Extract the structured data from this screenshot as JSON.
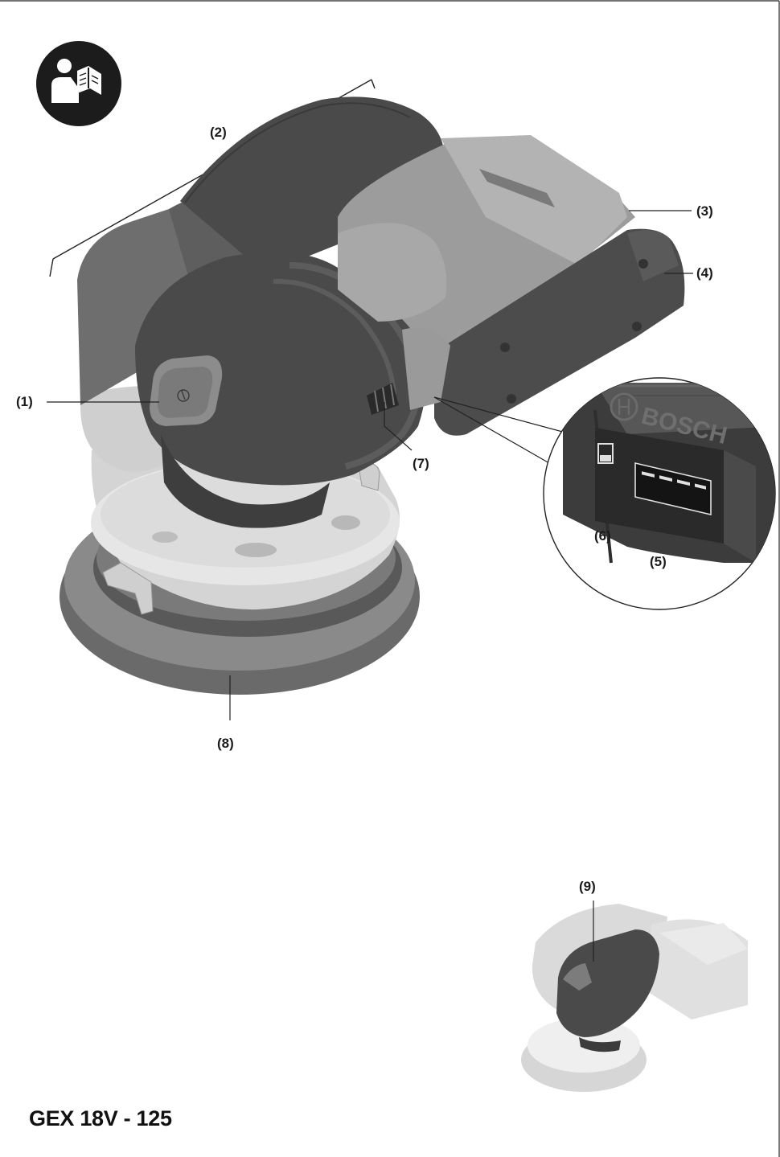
{
  "callouts": {
    "c1": "(1)",
    "c2": "(2)",
    "c3": "(3)",
    "c4": "(4)",
    "c5": "(5)",
    "c6": "(6)",
    "c7": "(7)",
    "c8": "(8)",
    "c9": "(9)"
  },
  "brand_logo": "BOSCH",
  "model_name": "GEX 18V - 125",
  "icons": {
    "manual": "read-manual-icon",
    "power": "power-icon",
    "battery": "battery-icon"
  }
}
